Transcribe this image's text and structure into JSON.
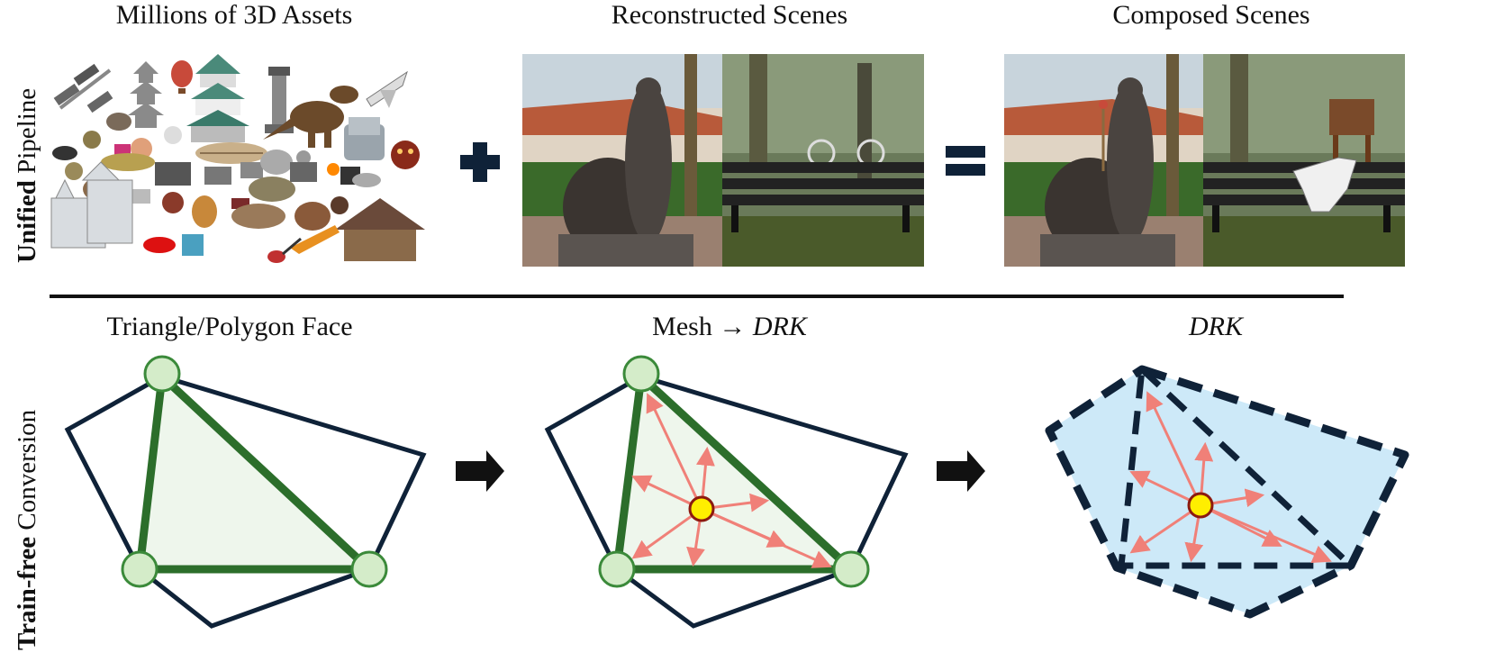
{
  "row_labels": {
    "top_bold": "Unified",
    "top_rest": " Pipeline",
    "bottom_bold": "Train-free",
    "bottom_rest": " Conversion"
  },
  "top_titles": {
    "assets": "Millions of 3D Assets",
    "reconstructed": "Reconstructed Scenes",
    "composed": "Composed Scenes"
  },
  "bottom_titles": {
    "face": "Triangle/Polygon Face",
    "mesh_prefix": "Mesh → ",
    "mesh_drk": "DRK",
    "drk": "DRK"
  },
  "operators": {
    "plus": "+",
    "equals": "="
  },
  "colors": {
    "polygon_stroke": "#0f2238",
    "triangle_stroke": "#2c6e2b",
    "triangle_fill": "#eef6ec",
    "vertex_fill": "#d4ecc9",
    "vertex_stroke": "#3b8a3a",
    "arrow_color": "#f08078",
    "center_fill": "#ffee00",
    "center_stroke": "#8b1a10",
    "drk_fill": "#cde9f8"
  }
}
